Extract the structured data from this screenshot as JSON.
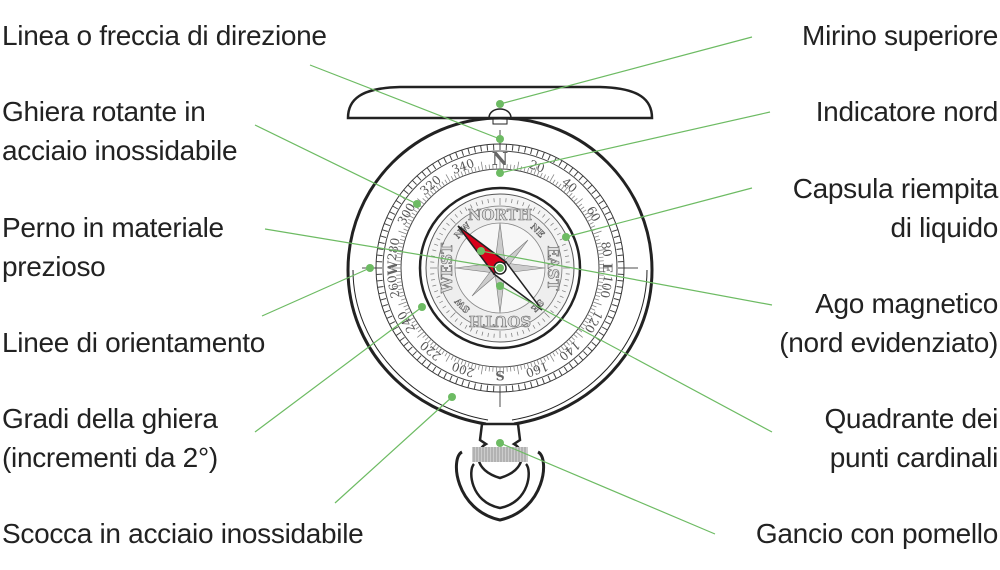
{
  "title": "Bussola - diagramma delle parti",
  "colors": {
    "leader": "#6dbb63",
    "needle_north": "#d9001b",
    "outline": "#222222",
    "dial": "#888888"
  },
  "labels_left": [
    {
      "id": "direzione",
      "lines": [
        "Linea o freccia di direzione"
      ]
    },
    {
      "id": "ghiera",
      "lines": [
        "Ghiera rotante in",
        "acciaio inossidabile"
      ]
    },
    {
      "id": "perno",
      "lines": [
        "Perno in materiale",
        "prezioso"
      ]
    },
    {
      "id": "orientamento",
      "lines": [
        "Linee di orientamento"
      ]
    },
    {
      "id": "gradi",
      "lines": [
        "Gradi della ghiera",
        "(incrementi da 2°)"
      ]
    },
    {
      "id": "scocca",
      "lines": [
        "Scocca in acciaio inossidabile"
      ]
    }
  ],
  "labels_right": [
    {
      "id": "mirino",
      "lines": [
        "Mirino superiore"
      ]
    },
    {
      "id": "nord",
      "lines": [
        "Indicatore nord"
      ]
    },
    {
      "id": "capsula",
      "lines": [
        "Capsula riempita",
        "di liquido"
      ]
    },
    {
      "id": "ago",
      "lines": [
        "Ago magnetico",
        "(nord evidenziato)"
      ]
    },
    {
      "id": "quadrante",
      "lines": [
        "Quadrante dei",
        "punti cardinali"
      ]
    },
    {
      "id": "gancio",
      "lines": [
        "Gancio con pomello"
      ]
    }
  ],
  "bezel": {
    "degrees": [
      "20",
      "40",
      "60",
      "80",
      "100",
      "120",
      "140",
      "160",
      "200",
      "220",
      "240",
      "260",
      "280",
      "300",
      "320",
      "340"
    ],
    "cardinals": {
      "N": "N",
      "E": "E",
      "S": "S",
      "W": "W"
    }
  },
  "dial": {
    "north": "NORTH",
    "east": "EAST",
    "south": "SOUTH",
    "west": "WEST",
    "ne": "NE",
    "nw": "NW",
    "se": "SE",
    "sw": "SW"
  }
}
